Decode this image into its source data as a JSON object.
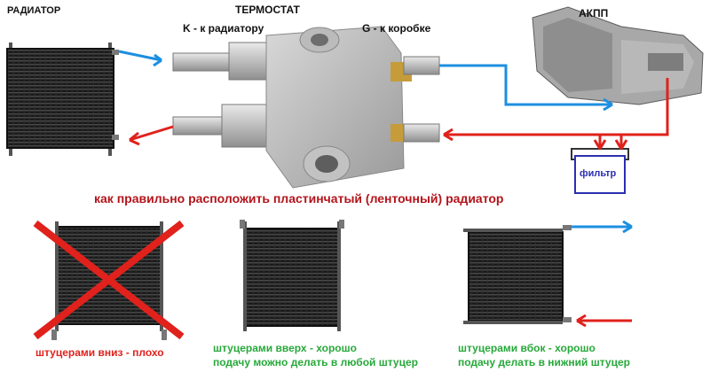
{
  "labels": {
    "radiator": "РАДИАТОР",
    "thermostat": "ТЕРМОСТАТ",
    "k_port": "K - к радиатору",
    "g_port": "G - к коробке",
    "akpp": "АКПП",
    "filter": "фильтр"
  },
  "headline": "как правильно расположить пластинчатый (ленточный) радиатор",
  "options": [
    {
      "caption_line1": "штуцерами вниз - плохо",
      "caption_line2": "",
      "color": "#e0211c"
    },
    {
      "caption_line1": "штуцерами вверх - хорошо",
      "caption_line2": "подачу можно делать в любой штуцер",
      "color": "#27a83a"
    },
    {
      "caption_line1": "штуцерами вбок - хорошо",
      "caption_line2": "подачу делать в нижний штуцер",
      "color": "#27a83a"
    }
  ],
  "colors": {
    "arrow_blue": "#1c8fe0",
    "arrow_red": "#e0211c",
    "headline": "#b3141b",
    "filter_box": "#2b2fb0",
    "radiator_core": "#1f1f1f",
    "metal": "#c9c9c9"
  }
}
